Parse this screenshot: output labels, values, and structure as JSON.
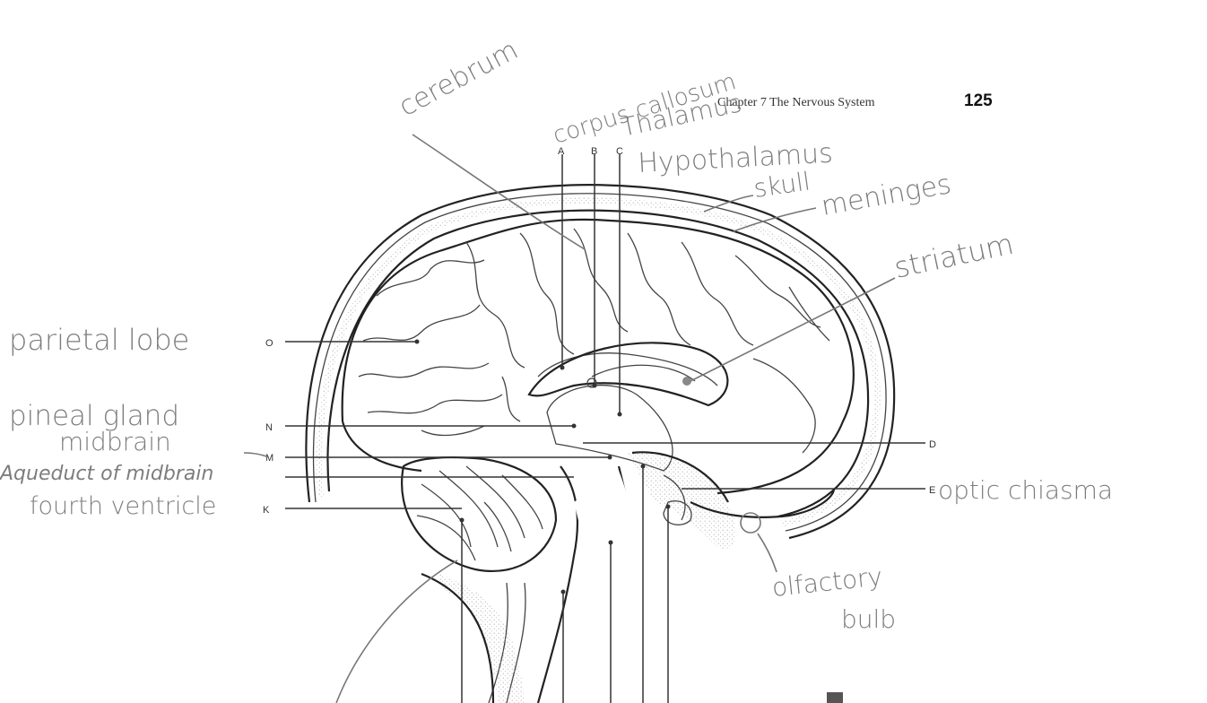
{
  "header": {
    "chapter": "Chapter 7  The Nervous System",
    "page_number": "125"
  },
  "letters": {
    "A": "A",
    "B": "B",
    "C": "C",
    "D": "D",
    "E": "E",
    "K": "K",
    "M": "M",
    "N": "N",
    "O": "O"
  },
  "handwritten_labels": {
    "cerebrum": "cerebrum",
    "corpus_callosum": "corpus callosum",
    "thalamus": "Thalamus",
    "hypothalamus": "Hypothalamus",
    "skull": "skull",
    "meninges": "meninges",
    "striatum": "striatum",
    "parietal_lobe": "parietal lobe",
    "pineal_gland": "pineal gland",
    "midbrain": "midbrain",
    "aqueduct": "Aqueduct of midbrain",
    "fourth_ventricle": "fourth ventricle",
    "optic_chiasma": "optic chiasma",
    "olfactory": "olfactory",
    "bulb": "bulb"
  }
}
